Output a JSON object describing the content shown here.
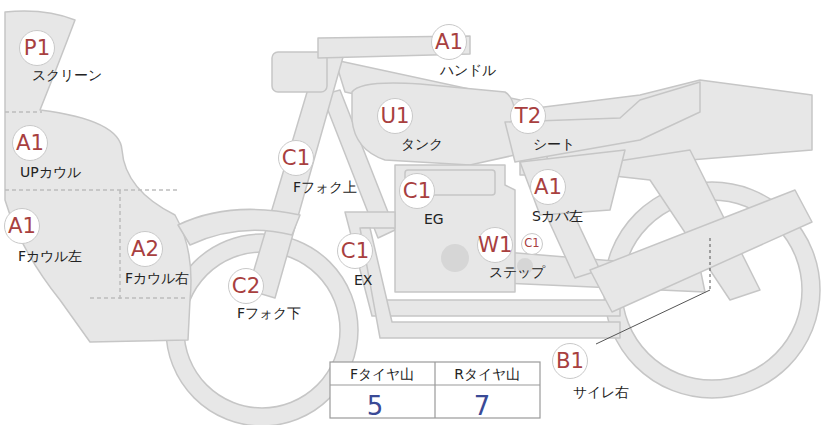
{
  "diagram": {
    "nodes": [
      {
        "text": [
          "P1",
          "スクリーン"
        ]
      },
      {
        "text": [
          "A1",
          "ハンドル"
        ]
      },
      {
        "text": [
          "U1",
          "タンク"
        ]
      },
      {
        "text": [
          "T2",
          "シート"
        ]
      },
      {
        "text": [
          "A1",
          "UPカウル"
        ]
      },
      {
        "text": [
          "C1",
          "Fフォク上"
        ]
      },
      {
        "text": [
          "C1",
          "EG"
        ]
      },
      {
        "text": [
          "A1",
          "Sカバ左"
        ]
      },
      {
        "text": [
          "A1",
          "Fカウル左"
        ]
      },
      {
        "text": [
          "A2",
          "Fカウル右"
        ]
      },
      {
        "text": [
          "C1",
          "EX"
        ]
      },
      {
        "text": [
          "W1",
          "ステップ"
        ]
      },
      {
        "text": [
          "C1"
        ]
      },
      {
        "text": [
          "C2",
          "Fフォク下"
        ]
      },
      {
        "text": [
          "B1",
          "サイレ右"
        ]
      }
    ],
    "labels": [
      "Fタイヤ山",
      "Rタイヤ山",
      "5",
      "7"
    ]
  }
}
